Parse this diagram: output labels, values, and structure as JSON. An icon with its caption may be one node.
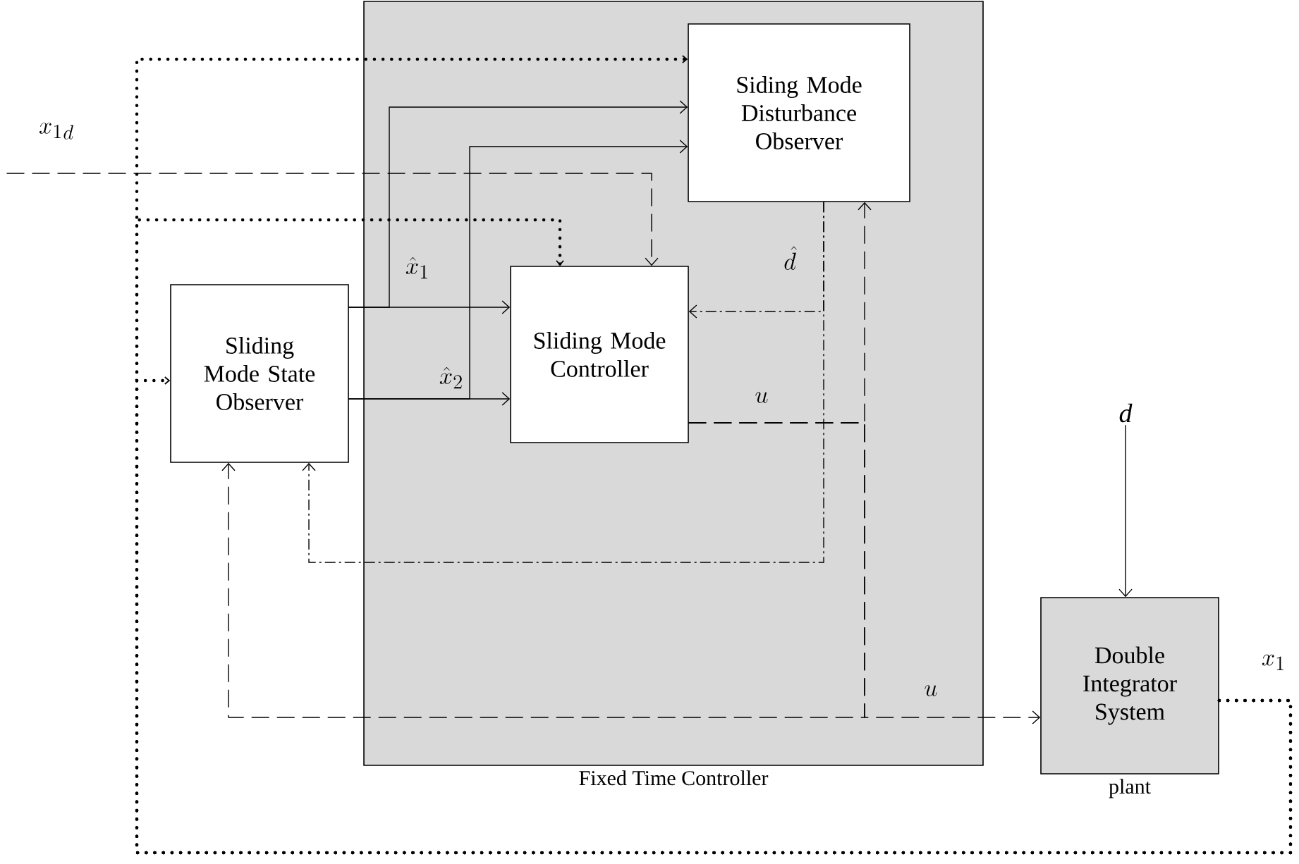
{
  "diagram": {
    "nodes": [
      {
        "text": [
          "Fixed Time Controller"
        ]
      },
      {
        "text": [
          "Sliding Mode State Observer"
        ]
      },
      {
        "text": [
          "Sliding Mode Controller"
        ],
        "in": 0
      },
      {
        "text": [
          "Siding Mode Disturbance Observer"
        ],
        "in": 0
      },
      {
        "text": [
          "Double Integrator System"
        ],
        "beside": [
          "plant"
        ]
      },
      {
        "text": [
          "d"
        ]
      }
    ],
    "edges": [
      {
        "from": 4,
        "to": 3,
        "arrow": "to",
        "style": "dashed"
      },
      {
        "from": 4,
        "to": 2,
        "arrow": "to",
        "style": "dashed"
      },
      {
        "from": 4,
        "to": 1,
        "arrow": "to",
        "style": "dashed"
      },
      {
        "from": 1,
        "to": 2,
        "arrow": "to",
        "label": "\\hat{x}_1"
      },
      {
        "from": 1,
        "to": 3,
        "arrow": "to"
      },
      {
        "from": 1,
        "to": 2,
        "arrow": "to",
        "label": "\\hat{x}_2"
      },
      {
        "from": 1,
        "to": 3,
        "arrow": "to"
      },
      {
        "from": null,
        "to": 2,
        "arrow": "to",
        "style": "dashed",
        "label": "{x_1}_d"
      },
      {
        "from": 3,
        "to": 2,
        "arrow": "to",
        "style": "dashed",
        "label": "\\hat{d}"
      },
      {
        "from": 3,
        "to": 1,
        "arrow": "to",
        "style": "dashed"
      },
      {
        "from": 2,
        "to": 3,
        "arrow": "to",
        "style": "dashed",
        "label": "u"
      },
      {
        "from": 2,
        "to": 4,
        "arrow": "to",
        "style": "dashed",
        "label": "u"
      },
      {
        "from": 2,
        "to": 1,
        "arrow": "to",
        "style": "dashed"
      },
      {
        "from": 5,
        "to": 4,
        "arrow": "to"
      }
    ],
    "labels": [
      "x_1"
    ]
  }
}
